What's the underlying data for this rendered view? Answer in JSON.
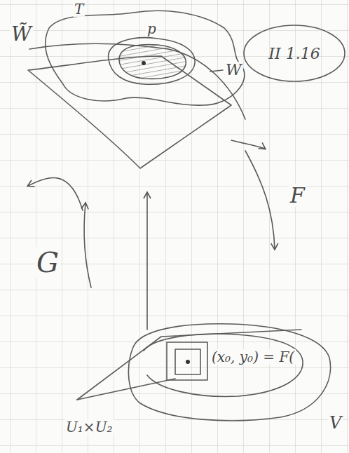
{
  "diagram": {
    "nodes": [
      {
        "text": [
          "II 1.16"
        ]
      }
    ],
    "labels": [
      "W̃",
      "T",
      "p",
      "W",
      "F",
      "G",
      "(x₀, y₀) = F(",
      "V",
      "U₁×U₂"
    ]
  }
}
